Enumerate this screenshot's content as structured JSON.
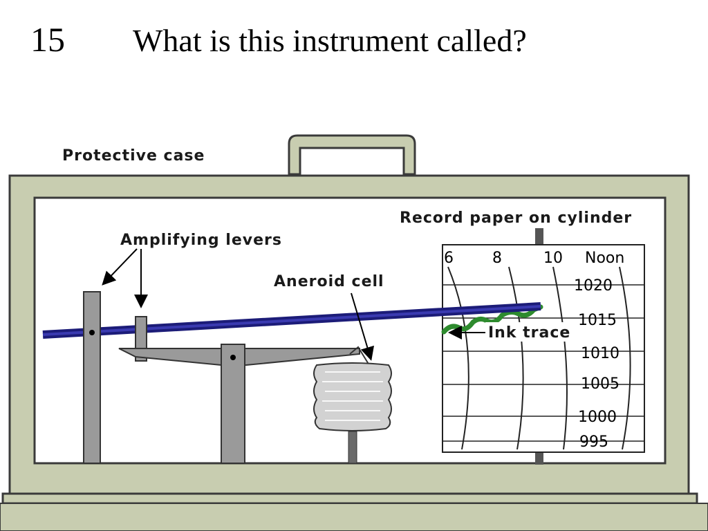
{
  "slide": {
    "number": "15",
    "question": "What is this instrument called?"
  },
  "labels": {
    "protective_case": "Protective case",
    "amplifying_levers": "Amplifying levers",
    "aneroid_cell": "Aneroid cell",
    "record_paper": "Record paper on cylinder",
    "ink_trace": "Ink trace"
  },
  "chart_paper": {
    "time_ticks": [
      "6",
      "8",
      "10",
      "Noon"
    ],
    "pressure_ticks": [
      "1020",
      "1015",
      "1010",
      "1005",
      "1000",
      "995"
    ]
  },
  "colors": {
    "case": "#c8cdb0",
    "case_stroke": "#3a3a3a",
    "lever": "#1c1c78",
    "ink": "#2e8b2e",
    "metal": "#9a9a9a"
  }
}
